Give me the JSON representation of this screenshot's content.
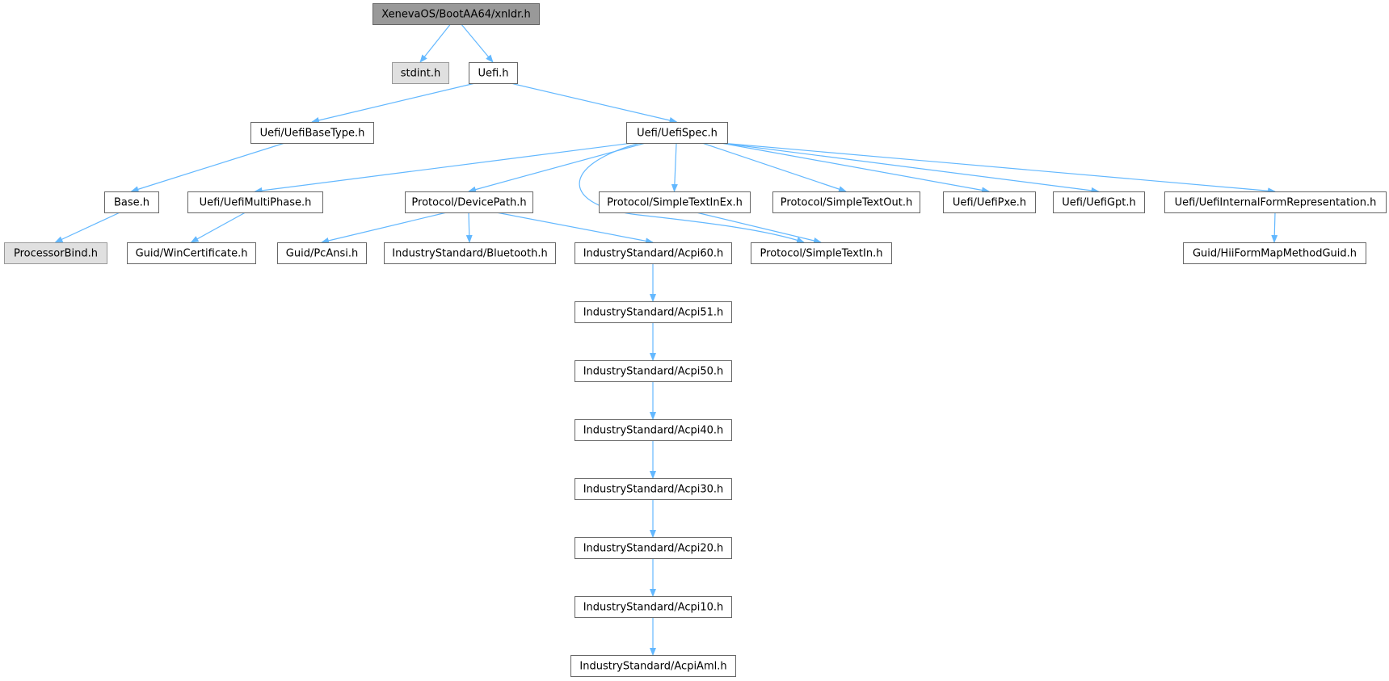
{
  "diagram": {
    "type": "include-dependency-graph",
    "colors": {
      "edge": "#63b8ff",
      "node_border": "#666666",
      "root_fill": "#999999",
      "external_fill": "#e0e0e0",
      "external_border": "#999999",
      "node_fill": "#ffffff"
    },
    "nodes": [
      {
        "id": "xnldr",
        "label": "XenevaOS/BootAA64/xnldr.h",
        "kind": "root"
      },
      {
        "id": "stdint",
        "label": "stdint.h",
        "kind": "external"
      },
      {
        "id": "uefi",
        "label": "Uefi.h",
        "kind": "file"
      },
      {
        "id": "basetype",
        "label": "Uefi/UefiBaseType.h",
        "kind": "file"
      },
      {
        "id": "uefispec",
        "label": "Uefi/UefiSpec.h",
        "kind": "file"
      },
      {
        "id": "base",
        "label": "Base.h",
        "kind": "file"
      },
      {
        "id": "multiphase",
        "label": "Uefi/UefiMultiPhase.h",
        "kind": "file"
      },
      {
        "id": "devicepath",
        "label": "Protocol/DevicePath.h",
        "kind": "file"
      },
      {
        "id": "stie",
        "label": "Protocol/SimpleTextInEx.h",
        "kind": "file"
      },
      {
        "id": "sto",
        "label": "Protocol/SimpleTextOut.h",
        "kind": "file"
      },
      {
        "id": "pxe",
        "label": "Uefi/UefiPxe.h",
        "kind": "file"
      },
      {
        "id": "gpt",
        "label": "Uefi/UefiGpt.h",
        "kind": "file"
      },
      {
        "id": "ifr",
        "label": "Uefi/UefiInternalFormRepresentation.h",
        "kind": "file"
      },
      {
        "id": "procbind",
        "label": "ProcessorBind.h",
        "kind": "external"
      },
      {
        "id": "wincert",
        "label": "Guid/WinCertificate.h",
        "kind": "file"
      },
      {
        "id": "pcansi",
        "label": "Guid/PcAnsi.h",
        "kind": "file"
      },
      {
        "id": "bluetooth",
        "label": "IndustryStandard/Bluetooth.h",
        "kind": "file"
      },
      {
        "id": "acpi60",
        "label": "IndustryStandard/Acpi60.h",
        "kind": "file"
      },
      {
        "id": "sti",
        "label": "Protocol/SimpleTextIn.h",
        "kind": "file"
      },
      {
        "id": "hiiform",
        "label": "Guid/HiiFormMapMethodGuid.h",
        "kind": "file"
      },
      {
        "id": "acpi51",
        "label": "IndustryStandard/Acpi51.h",
        "kind": "file"
      },
      {
        "id": "acpi50",
        "label": "IndustryStandard/Acpi50.h",
        "kind": "file"
      },
      {
        "id": "acpi40",
        "label": "IndustryStandard/Acpi40.h",
        "kind": "file"
      },
      {
        "id": "acpi30",
        "label": "IndustryStandard/Acpi30.h",
        "kind": "file"
      },
      {
        "id": "acpi20",
        "label": "IndustryStandard/Acpi20.h",
        "kind": "file"
      },
      {
        "id": "acpi10",
        "label": "IndustryStandard/Acpi10.h",
        "kind": "file"
      },
      {
        "id": "acpiaml",
        "label": "IndustryStandard/AcpiAml.h",
        "kind": "file"
      }
    ],
    "edges": [
      [
        "xnldr",
        "stdint"
      ],
      [
        "xnldr",
        "uefi"
      ],
      [
        "uefi",
        "basetype"
      ],
      [
        "uefi",
        "uefispec"
      ],
      [
        "basetype",
        "base"
      ],
      [
        "base",
        "procbind"
      ],
      [
        "uefispec",
        "multiphase"
      ],
      [
        "uefispec",
        "devicepath"
      ],
      [
        "uefispec",
        "sti"
      ],
      [
        "uefispec",
        "stie"
      ],
      [
        "uefispec",
        "sto"
      ],
      [
        "uefispec",
        "pxe"
      ],
      [
        "uefispec",
        "gpt"
      ],
      [
        "uefispec",
        "ifr"
      ],
      [
        "multiphase",
        "wincert"
      ],
      [
        "devicepath",
        "pcansi"
      ],
      [
        "devicepath",
        "bluetooth"
      ],
      [
        "devicepath",
        "acpi60"
      ],
      [
        "stie",
        "sti"
      ],
      [
        "ifr",
        "hiiform"
      ],
      [
        "acpi60",
        "acpi51"
      ],
      [
        "acpi51",
        "acpi50"
      ],
      [
        "acpi50",
        "acpi40"
      ],
      [
        "acpi40",
        "acpi30"
      ],
      [
        "acpi30",
        "acpi20"
      ],
      [
        "acpi20",
        "acpi10"
      ],
      [
        "acpi10",
        "acpiaml"
      ]
    ]
  }
}
